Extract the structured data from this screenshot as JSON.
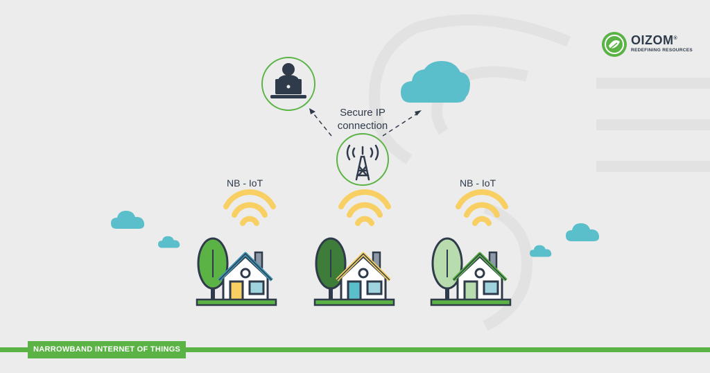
{
  "center_label_line1": "Secure IP",
  "center_label_line2": "connection",
  "nb_left": "NB - IoT",
  "nb_right": "NB - IoT",
  "logo": {
    "name": "OIZOM",
    "registered": "®",
    "tagline": "REDEFINING RESOURCES"
  },
  "footer": {
    "tag": "NARROWBAND INTERNET OF THINGS"
  },
  "colors": {
    "accent": "#5bb346",
    "cloud": "#5bbfcb",
    "wifi": "#f7cf63",
    "navy": "#2f3a4a",
    "background": "#ececec"
  },
  "icons": [
    "laptop-user-icon",
    "cloud-icon",
    "cell-tower-icon",
    "wifi-icon",
    "house-icon",
    "tree-icon",
    "leaf-logo-icon"
  ]
}
